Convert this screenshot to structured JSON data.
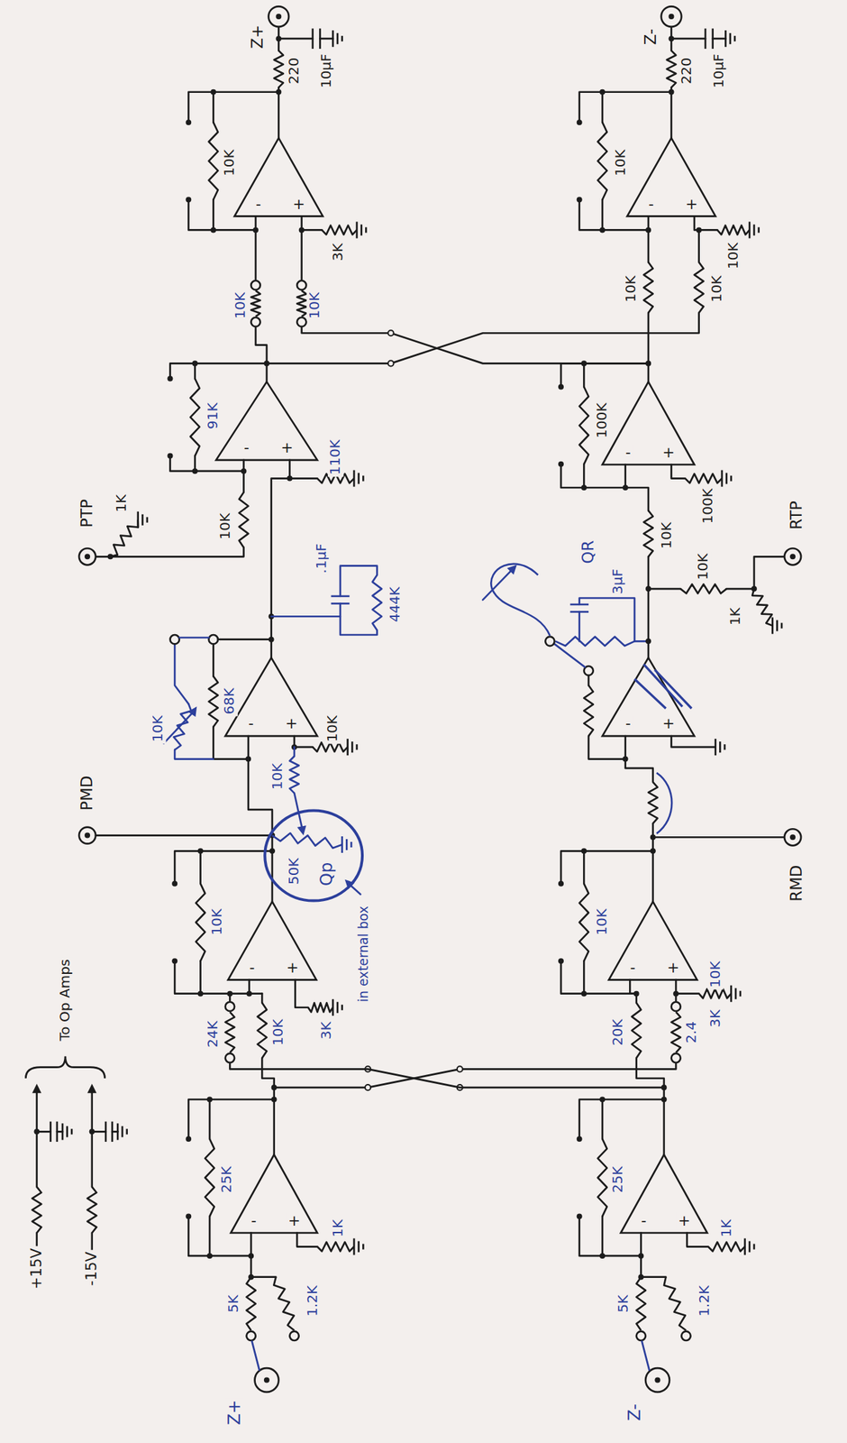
{
  "diagram": {
    "nodes": [
      {
        "text": [
          "50K",
          "Qp"
        ]
      }
    ],
    "labels": [
      "+15V",
      "-15V",
      "To Op Amps",
      "Z+",
      "5K",
      "1.2K",
      "1K",
      "25K",
      "24K",
      "10K",
      "10K",
      "3K",
      "PMD",
      "10K",
      "68K",
      "10K",
      "10K",
      "in external box",
      ".1µF",
      "444K",
      "PTP",
      "1K",
      "10K",
      "110K",
      "91K",
      "10K",
      "10K",
      "3K",
      "10K",
      "220",
      "10µF",
      "Z+",
      "Z-",
      "5K",
      "1.2K",
      "1K",
      "25K",
      "20K",
      "2.4",
      "10K",
      "3K",
      "10K",
      "RMD",
      "QR",
      "3µF",
      "RTP",
      "10K",
      "1K",
      "10K",
      "100K",
      "100K",
      "10K",
      "10K",
      "10K",
      "10K",
      "220",
      "10µF",
      "Z-",
      "-",
      "+",
      "-",
      "+",
      "-",
      "+",
      "-",
      "+",
      "-",
      "+",
      "-",
      "+",
      "-",
      "+",
      "-",
      "+",
      "-",
      "+",
      "-",
      "+"
    ]
  }
}
